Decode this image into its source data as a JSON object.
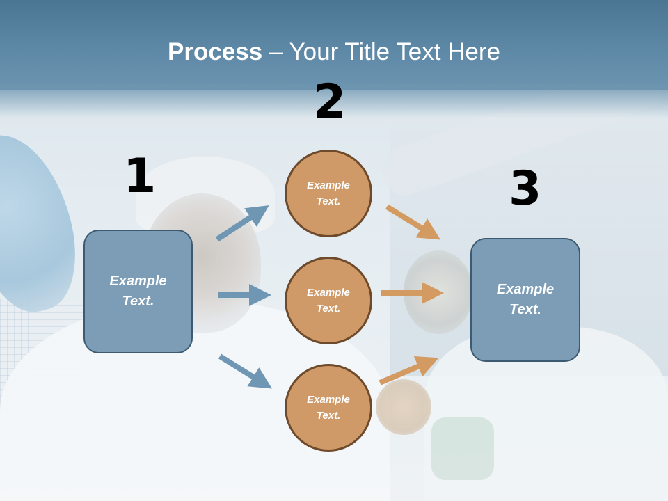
{
  "title": {
    "bold": "Process",
    "rest": " – Your Title Text Here"
  },
  "steps": [
    {
      "number": "1"
    },
    {
      "number": "2"
    },
    {
      "number": "3"
    }
  ],
  "box_left": {
    "label": "Example\nText."
  },
  "box_right": {
    "label": "Example\nText."
  },
  "circles": [
    {
      "label": "Example\nText."
    },
    {
      "label": "Example\nText."
    },
    {
      "label": "Example\nText."
    }
  ],
  "colors": {
    "header": "#5d88a6",
    "box_fill": "#7c9db5",
    "box_border": "#3c5a72",
    "circle_fill": "#cf9a68",
    "circle_border": "#6d4a2b",
    "arrow_blue": "#6f96b3",
    "arrow_orange": "#d39a62"
  }
}
